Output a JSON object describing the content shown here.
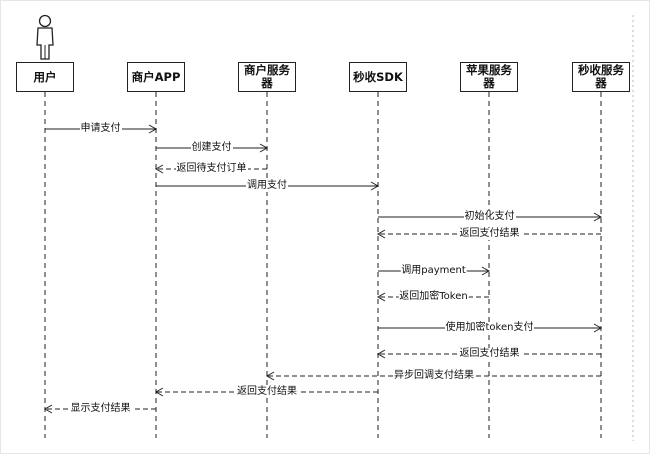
{
  "actor_icon": "stick-figure-icon",
  "lifelines": [
    {
      "id": "user",
      "label": "用户"
    },
    {
      "id": "app",
      "label": "商户APP"
    },
    {
      "id": "merchant-server",
      "label": "商户服务器"
    },
    {
      "id": "sdk",
      "label": "秒收SDK"
    },
    {
      "id": "apple-server",
      "label": "苹果服务器"
    },
    {
      "id": "miaoshou-server",
      "label": "秒收服务器"
    }
  ],
  "messages": [
    {
      "from": "user",
      "to": "app",
      "label": "申请支付",
      "dashed": false
    },
    {
      "from": "app",
      "to": "merchant-server",
      "label": "创建支付",
      "dashed": false
    },
    {
      "from": "merchant-server",
      "to": "app",
      "label": "返回待支付订单",
      "dashed": true
    },
    {
      "from": "app",
      "to": "sdk",
      "label": "调用支付",
      "dashed": false
    },
    {
      "from": "sdk",
      "to": "miaoshou-server",
      "label": "初始化支付",
      "dashed": false
    },
    {
      "from": "miaoshou-server",
      "to": "sdk",
      "label": "返回支付结果",
      "dashed": true
    },
    {
      "from": "sdk",
      "to": "apple-server",
      "label": "调用payment",
      "dashed": false
    },
    {
      "from": "apple-server",
      "to": "sdk",
      "label": "返回加密Token",
      "dashed": true
    },
    {
      "from": "sdk",
      "to": "miaoshou-server",
      "label": "使用加密token支付",
      "dashed": false
    },
    {
      "from": "miaoshou-server",
      "to": "sdk",
      "label": "返回支付结果",
      "dashed": true
    },
    {
      "from": "miaoshou-server",
      "to": "merchant-server",
      "label": "异步回调支付结果",
      "dashed": true
    },
    {
      "from": "sdk",
      "to": "app",
      "label": "返回支付结果",
      "dashed": true
    },
    {
      "from": "app",
      "to": "user",
      "label": "显示支付结果",
      "dashed": true
    }
  ],
  "colors": {
    "line": "#222222",
    "text": "#111111"
  }
}
